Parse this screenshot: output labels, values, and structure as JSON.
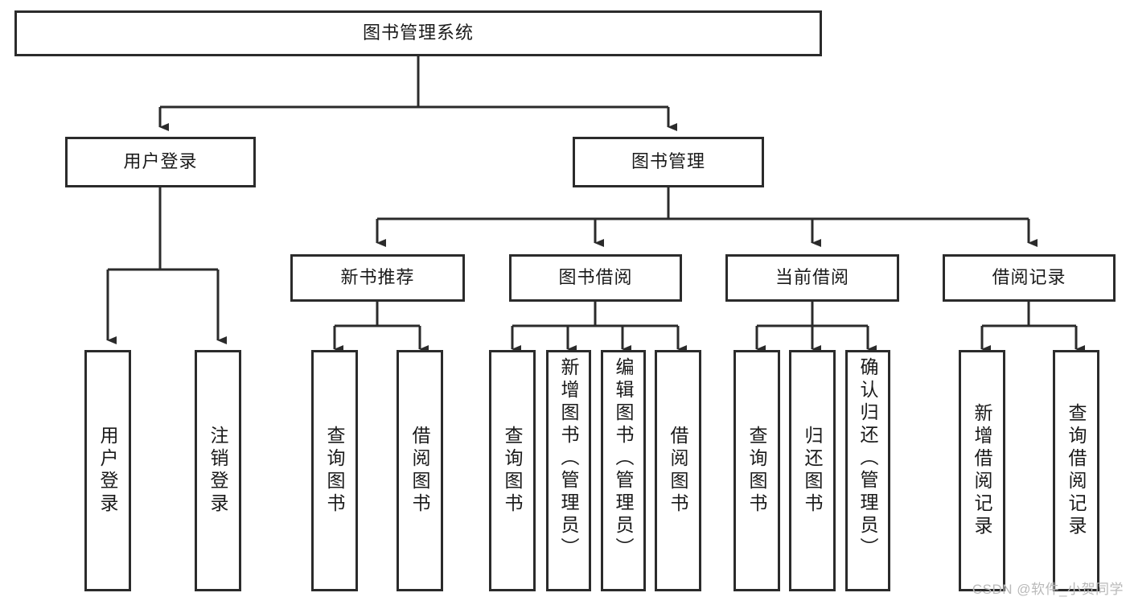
{
  "diagram": {
    "type": "tree",
    "title": "图书管理系统",
    "root": {
      "id": "root",
      "label": "图书管理系统"
    },
    "level2": [
      {
        "id": "user-login",
        "label": "用户登录"
      },
      {
        "id": "book-manage",
        "label": "图书管理"
      }
    ],
    "level3": [
      {
        "id": "new-book-rec",
        "label": "新书推荐",
        "parent": "book-manage"
      },
      {
        "id": "book-borrow",
        "label": "图书借阅",
        "parent": "book-manage"
      },
      {
        "id": "current-borrow",
        "label": "当前借阅",
        "parent": "book-manage"
      },
      {
        "id": "borrow-record",
        "label": "借阅记录",
        "parent": "book-manage"
      }
    ],
    "leaves": [
      {
        "id": "leaf-user-login",
        "label": "用户登录",
        "parent": "user-login"
      },
      {
        "id": "leaf-user-logout",
        "label": "注销登录",
        "parent": "user-login"
      },
      {
        "id": "leaf-query-book-1",
        "label": "查询图书",
        "parent": "new-book-rec"
      },
      {
        "id": "leaf-borrow-book-1",
        "label": "借阅图书",
        "parent": "new-book-rec"
      },
      {
        "id": "leaf-query-book-2",
        "label": "查询图书",
        "parent": "book-borrow"
      },
      {
        "id": "leaf-add-book",
        "label": "新增图书（管理员）",
        "parent": "book-borrow"
      },
      {
        "id": "leaf-edit-book",
        "label": "编辑图书（管理员）",
        "parent": "book-borrow"
      },
      {
        "id": "leaf-borrow-book-2",
        "label": "借阅图书",
        "parent": "book-borrow"
      },
      {
        "id": "leaf-query-book-3",
        "label": "查询图书",
        "parent": "current-borrow"
      },
      {
        "id": "leaf-return-book",
        "label": "归还图书",
        "parent": "current-borrow"
      },
      {
        "id": "leaf-confirm-return",
        "label": "确认归还（管理员）",
        "parent": "current-borrow"
      },
      {
        "id": "leaf-add-record",
        "label": "新增借阅记录",
        "parent": "borrow-record"
      },
      {
        "id": "leaf-query-record",
        "label": "查询借阅记录",
        "parent": "borrow-record"
      }
    ],
    "colors": {
      "stroke": "#2b2b2b",
      "fill": "#ffffff",
      "text": "#1a1a1a",
      "watermark": "#b9b9b9"
    }
  },
  "watermark": {
    "text": "CSDN @软件_小贺同学"
  }
}
